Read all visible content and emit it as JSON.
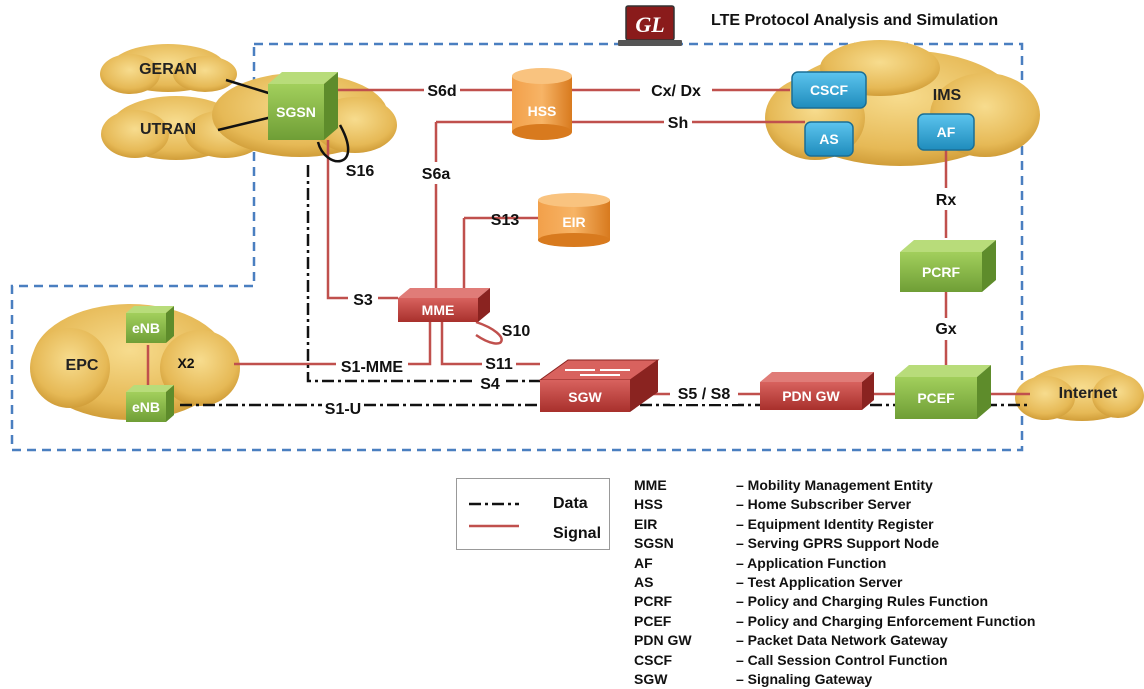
{
  "header": {
    "logo_text": "GL",
    "title": "LTE Protocol Analysis and Simulation"
  },
  "clouds": {
    "geran": "GERAN",
    "utran": "UTRAN",
    "ims": "IMS",
    "epc": "EPC",
    "internet": "Internet"
  },
  "nodes": {
    "sgsn": "SGSN",
    "hss": "HSS",
    "eir": "EIR",
    "mme": "MME",
    "sgw": "SGW",
    "pdn_gw": "PDN GW",
    "pcef": "PCEF",
    "pcrf": "PCRF",
    "cscf": "CSCF",
    "as": "AS",
    "af": "AF",
    "enb_top": "eNB",
    "enb_bottom": "eNB"
  },
  "interfaces": {
    "s6d": "S6d",
    "cx_dx": "Cx/ Dx",
    "sh": "Sh",
    "s16": "S16",
    "s6a": "S6a",
    "s13": "S13",
    "rx": "Rx",
    "s3": "S3",
    "s10": "S10",
    "gx": "Gx",
    "x2": "X2",
    "s1_mme": "S1-MME",
    "s11": "S11",
    "s4": "S4",
    "s5_s8": "S5 / S8",
    "s1_u": "S1-U"
  },
  "legend": {
    "data": "Data",
    "signal": "Signal"
  },
  "abbreviations": [
    {
      "key": "MME",
      "desc": "– Mobility Management Entity"
    },
    {
      "key": "HSS",
      "desc": "– Home Subscriber Server"
    },
    {
      "key": "EIR",
      "desc": "– Equipment Identity Register"
    },
    {
      "key": "SGSN",
      "desc": "– Serving GPRS Support Node"
    },
    {
      "key": "AF",
      "desc": "– Application Function"
    },
    {
      "key": "AS",
      "desc": "– Test Application Server"
    },
    {
      "key": "PCRF",
      "desc": "– Policy and Charging Rules Function"
    },
    {
      "key": "PCEF",
      "desc": "– Policy and Charging Enforcement Function"
    },
    {
      "key": "PDN GW",
      "desc": "– Packet Data Network Gateway"
    },
    {
      "key": "CSCF",
      "desc": "– Call Session Control Function"
    },
    {
      "key": "SGW",
      "desc": "– Signaling Gateway"
    }
  ],
  "colors": {
    "signal": "#c0504d",
    "data": "#111111",
    "border": "#4a7fc0",
    "cloud": "#e3b552",
    "green_node": "#8cba4a",
    "red_node": "#c0504d",
    "orange_db": "#ee8a2a",
    "blue_node": "#3aa7d6"
  }
}
